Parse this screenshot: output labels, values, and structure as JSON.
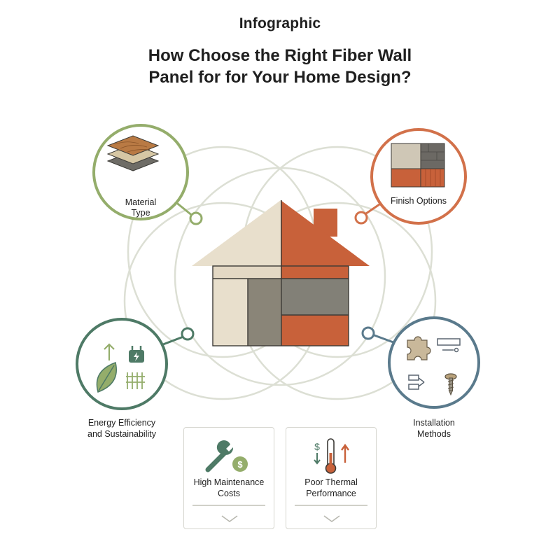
{
  "header": {
    "label": "Infographic",
    "title_line1": "How Choose the Right Fiber Wall",
    "title_line2": "Panel for for Your Home Design?"
  },
  "factors": {
    "material": {
      "line1": "Material",
      "line2": "Type",
      "icon": "layered-material-icon",
      "color": "#94ad6b"
    },
    "finish": {
      "label": "Finish Options",
      "icon": "finish-swatches-icon",
      "color": "#d2714a"
    },
    "energy": {
      "line1": "Energy Efficiency",
      "line2": "and Sustainability",
      "icon": "leaf-plug-icon",
      "color": "#4e7a66"
    },
    "installation": {
      "line1": "Installation",
      "line2": "Methods",
      "icon": "puzzle-screw-icon",
      "color": "#5a7a8c"
    }
  },
  "cards": [
    {
      "line1": "High Maintenance",
      "line2": "Costs",
      "icon": "wrench-dollar-icon"
    },
    {
      "line1": "Poor Thermal",
      "line2": "Performance",
      "icon": "thermometer-icon"
    }
  ],
  "colors": {
    "ring": "#d8dbd0",
    "cream": "#e9dfcd",
    "terracotta": "#c8613a",
    "gray": "#8a8578",
    "text": "#1f1f1f"
  }
}
